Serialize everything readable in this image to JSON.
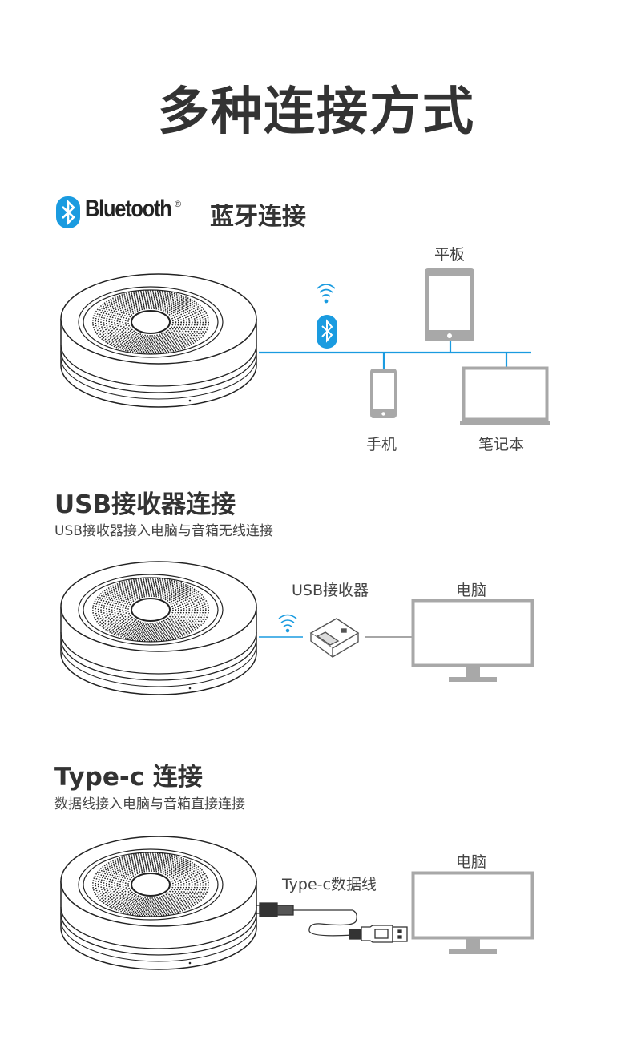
{
  "title": "多种连接方式",
  "colors": {
    "accent": "#1a9be0",
    "device_gray": "#a8a8a8",
    "text": "#333333"
  },
  "bluetooth_section": {
    "brand": "Bluetooth",
    "registered": "®",
    "heading": "蓝牙连接",
    "devices": {
      "tablet": "平板",
      "phone": "手机",
      "laptop": "笔记本"
    }
  },
  "usb_section": {
    "heading": "USB接收器连接",
    "subtitle": "USB接收器接入电脑与音箱无线连接",
    "receiver_label": "USB接收器",
    "computer_label": "电脑"
  },
  "typec_section": {
    "heading": "Type-c 连接",
    "subtitle": "数据线接入电脑与音箱直接连接",
    "cable_label": "Type-c数据线",
    "computer_label": "电脑"
  }
}
